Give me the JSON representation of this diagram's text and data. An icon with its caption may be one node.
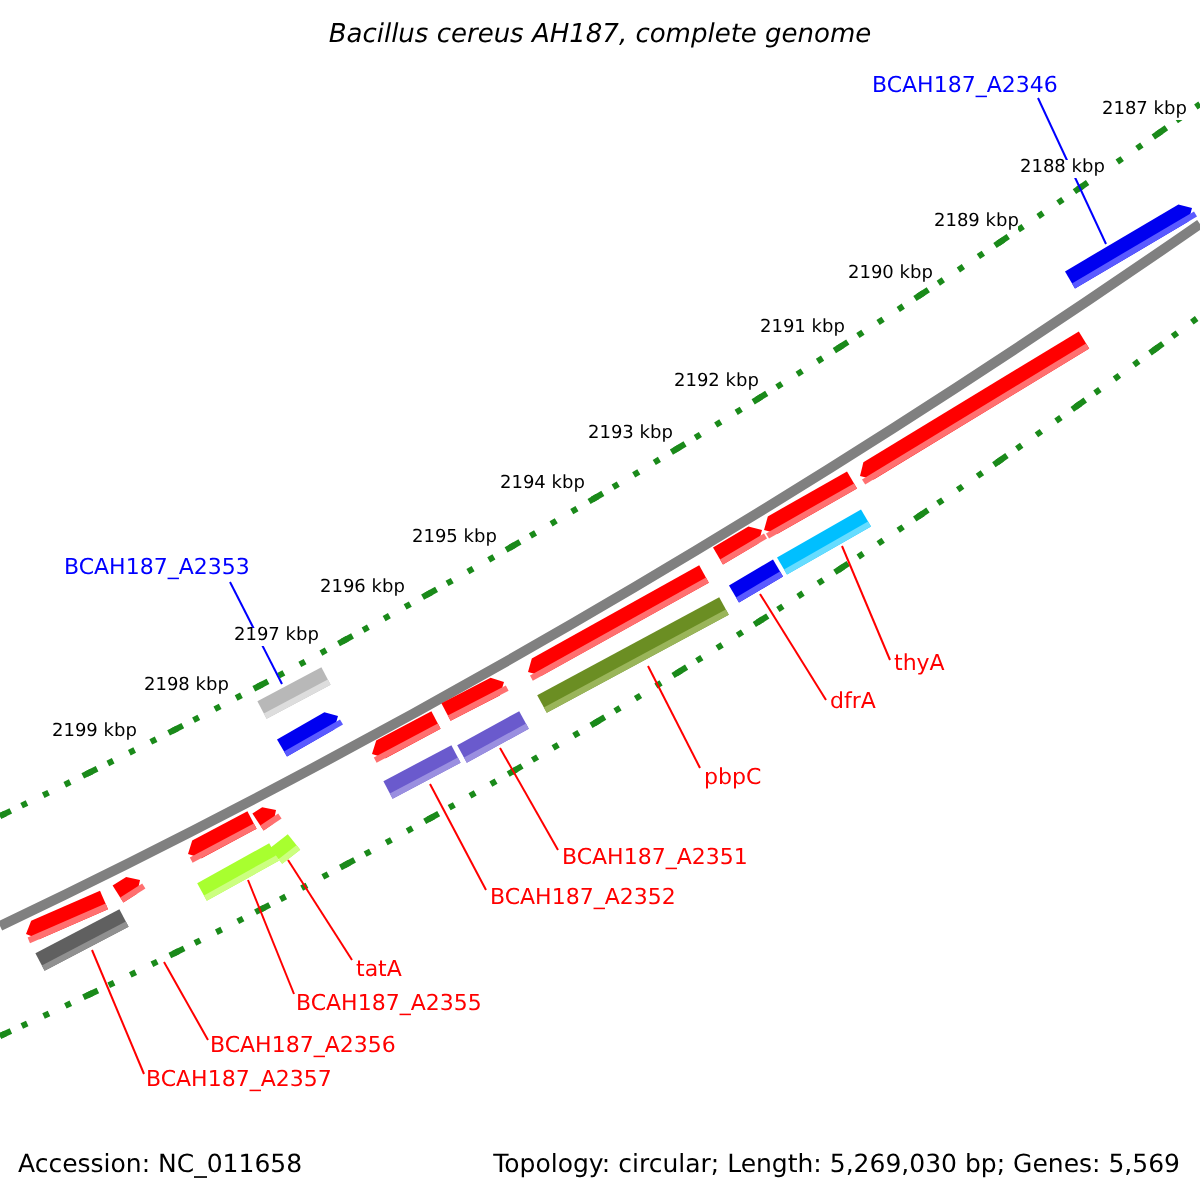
{
  "diagram": {
    "title": "Bacillus cereus AH187, complete genome",
    "nodes": [
      {
        "text": [
          "BCAH187_A2346"
        ]
      },
      {
        "text": [
          "BCAH187_A2353"
        ]
      },
      {
        "text": [
          "thyA"
        ]
      },
      {
        "text": [
          "dfrA"
        ]
      },
      {
        "text": [
          "pbpC"
        ]
      },
      {
        "text": [
          "BCAH187_A2351"
        ]
      },
      {
        "text": [
          "BCAH187_A2352"
        ]
      },
      {
        "text": [
          "tatA"
        ]
      },
      {
        "text": [
          "BCAH187_A2355"
        ]
      },
      {
        "text": [
          "BCAH187_A2356"
        ]
      },
      {
        "text": [
          "BCAH187_A2357"
        ]
      },
      {
        "text": [],
        "shape": "bar"
      },
      {
        "text": [],
        "shape": "bar"
      },
      {
        "text": [],
        "shape": "bar"
      },
      {
        "text": [],
        "shape": "bar"
      },
      {
        "text": [],
        "shape": "bar"
      },
      {
        "text": [],
        "shape": "bar"
      },
      {
        "text": [],
        "shape": "bar"
      },
      {
        "text": [],
        "shape": "bar"
      },
      {
        "text": [],
        "shape": "bar"
      },
      {
        "text": [],
        "shape": "bar"
      },
      {
        "text": [],
        "shape": "bar"
      },
      {
        "text": [],
        "shape": "bar"
      },
      {
        "text": [],
        "shape": "bar"
      },
      {
        "text": [],
        "shape": "bar"
      },
      {
        "text": [],
        "shape": "bar"
      },
      {
        "text": [],
        "shape": "bar"
      },
      {
        "text": [],
        "shape": "bar"
      },
      {
        "text": [],
        "shape": "bar"
      },
      {
        "text": [],
        "shape": "bar"
      },
      {
        "text": [],
        "shape": "bar"
      },
      {
        "text": [],
        "shape": "bar"
      }
    ],
    "edges": [
      {
        "from": 0,
        "to": 11,
        "arrow": "none",
        "color": "#0000ff"
      },
      {
        "from": 1,
        "to": 12,
        "arrow": "none",
        "color": "#0000ff"
      },
      {
        "from": 2,
        "to": 13,
        "arrow": "none"
      },
      {
        "from": 3,
        "to": 14,
        "arrow": "none"
      },
      {
        "from": 4,
        "to": 15,
        "arrow": "none"
      },
      {
        "from": 5,
        "to": 16,
        "arrow": "none"
      },
      {
        "from": 6,
        "to": 17,
        "arrow": "none"
      },
      {
        "from": 7,
        "to": 18,
        "arrow": "none"
      },
      {
        "from": 8,
        "to": 19,
        "arrow": "none"
      },
      {
        "from": 9,
        "to": null,
        "arrow": "none"
      },
      {
        "from": 10,
        "to": 20,
        "arrow": "none"
      }
    ],
    "labels": [
      "2187 kbp",
      "2188 kbp",
      "2189 kbp",
      "2190 kbp",
      "2191 kbp",
      "2192 kbp",
      "2193 kbp",
      "2194 kbp",
      "2195 kbp",
      "2196 kbp",
      "2197 kbp",
      "2198 kbp",
      "2199 kbp",
      "Accession: NC_011658",
      "Topology: circular; Length: 5,269,030 bp; Genes: 5,569"
    ]
  }
}
